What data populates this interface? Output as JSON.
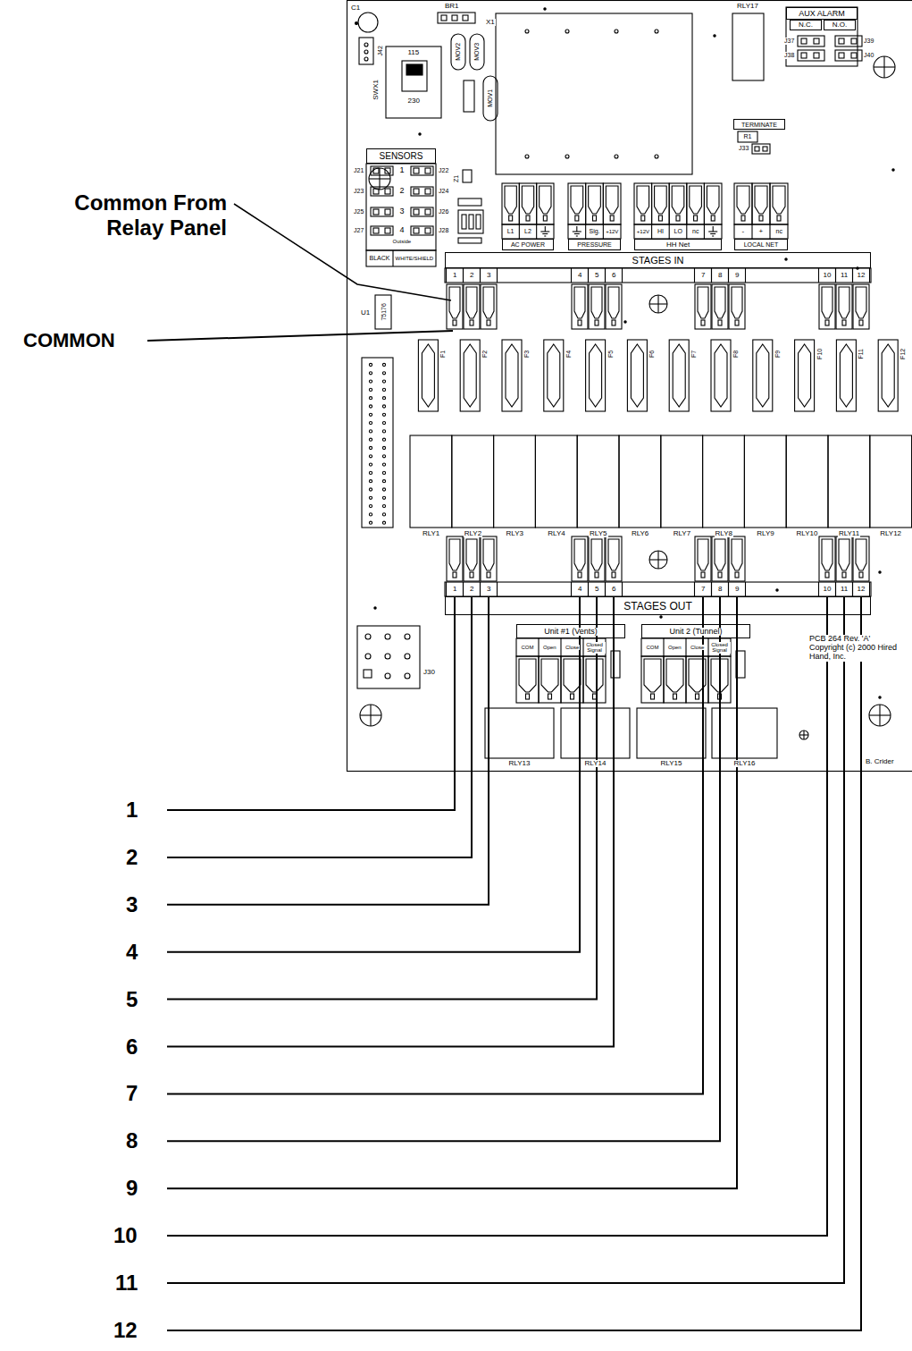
{
  "diagram": {
    "nodes": [
      {
        "text": [
          "AUX ALARM"
        ]
      },
      {
        "text": [
          "N.C."
        ]
      },
      {
        "text": [
          "N.O."
        ]
      },
      {
        "text": [
          "TERMINATE"
        ]
      },
      {
        "text": [
          "SENSORS"
        ]
      },
      {
        "text": [
          "AC POWER"
        ]
      },
      {
        "text": [
          "PRESSURE"
        ]
      },
      {
        "text": [
          "HH Net"
        ]
      },
      {
        "text": [
          "LOCAL NET"
        ]
      },
      {
        "text": [
          "STAGES IN"
        ]
      },
      {
        "text": [
          "STAGES OUT"
        ]
      },
      {
        "text": [
          "Unit #1 (Vents)"
        ]
      },
      {
        "text": [
          "Unit 2 (Tunnel)"
        ]
      }
    ],
    "labels": [
      "Common From Relay Panel",
      "COMMON",
      "1",
      "2",
      "3",
      "4",
      "5",
      "6",
      "7",
      "8",
      "9",
      "10",
      "11",
      "12",
      "C1",
      "BR1",
      "X1",
      "RLY17",
      "J37",
      "J38",
      "J39",
      "J40",
      "115",
      "230",
      "SWX1",
      "MOV2",
      "MOV3",
      "MOV1",
      "J42",
      "R1",
      "J33",
      "J21",
      "J22",
      "J23",
      "J24",
      "J25",
      "J26",
      "J27",
      "J28",
      "1",
      "2",
      "3",
      "4",
      "Outside",
      "BLACK",
      "WHITE/SHIELD",
      "L1",
      "L2",
      "Sig.",
      "+12V",
      "+12V",
      "HI",
      "LO",
      "nc",
      "-",
      "+",
      "nc",
      "1",
      "2",
      "3",
      "4",
      "5",
      "6",
      "7",
      "8",
      "9",
      "10",
      "11",
      "12",
      "U1",
      "75176",
      "F1",
      "F2",
      "F3",
      "F4",
      "F5",
      "F6",
      "F7",
      "F8",
      "F9",
      "F10",
      "F11",
      "F12",
      "RLY1",
      "RLY2",
      "RLY3",
      "RLY4",
      "RLY5",
      "RLY6",
      "RLY7",
      "RLY8",
      "RLY9",
      "RLY10",
      "RLY11",
      "RLY12",
      "1",
      "2",
      "3",
      "4",
      "5",
      "6",
      "7",
      "8",
      "9",
      "10",
      "11",
      "12",
      "J30",
      "COM",
      "Open",
      "Close",
      "Closed Signal",
      "COM",
      "Open",
      "Close",
      "Closed Signal",
      "RLY13",
      "RLY14",
      "RLY15",
      "RLY16",
      "PCB 264 Rev. 'A' Copyright (c) 2000 Hired Hand, Inc.",
      "B. Crider",
      "Z1"
    ]
  }
}
